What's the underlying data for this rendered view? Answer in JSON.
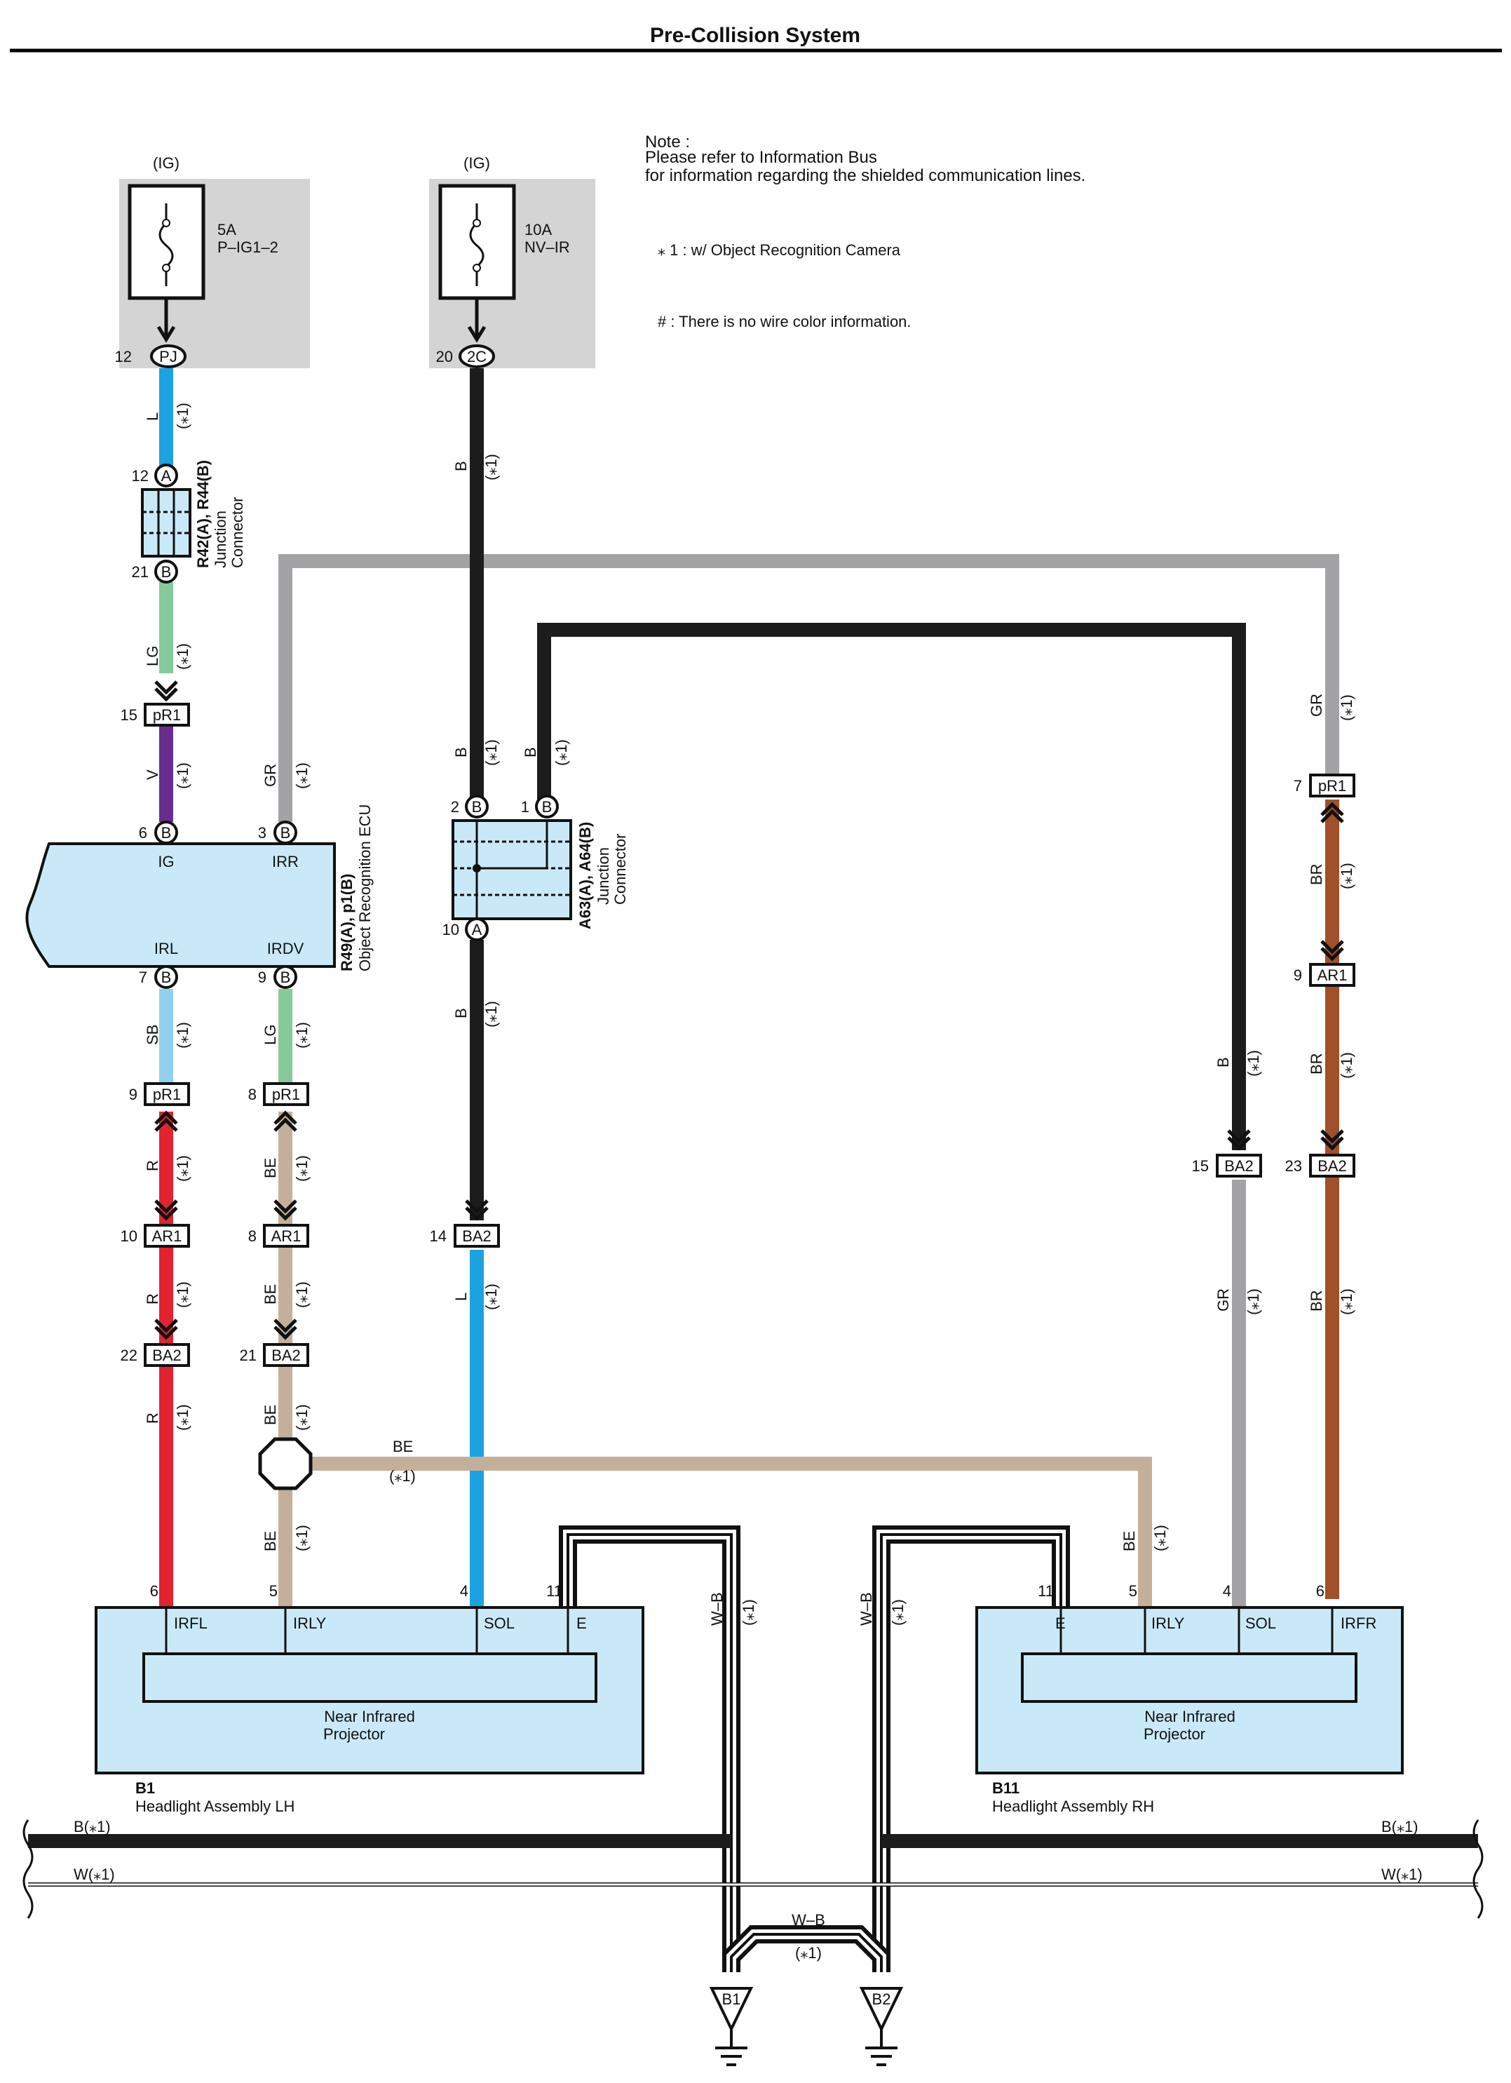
{
  "title": "Pre-Collision System",
  "notes": {
    "heading": "Note :",
    "line1": "Please refer to Information Bus",
    "line2": "for information regarding the shielded communication lines.",
    "footnote": "⁎ 1 : w/ Object Recognition Camera",
    "hash": "# : There is no wire color information."
  },
  "fuses": [
    {
      "supply": "(IG)",
      "rating": "5A",
      "name": "P–IG1–2",
      "pin": "12",
      "connector": "PJ"
    },
    {
      "supply": "(IG)",
      "rating": "10A",
      "name": "NV–IR",
      "pin": "20",
      "connector": "2C"
    }
  ],
  "junction1": {
    "name": "R42(A), R44(B)",
    "desc1": "Junction",
    "desc2": "Connector",
    "pin_top": "12",
    "conn_top": "A",
    "pin_bottom": "21",
    "conn_bottom": "B"
  },
  "junction2": {
    "name": "A63(A), A64(B)",
    "desc1": "Junction",
    "desc2": "Connector",
    "pin_l": "2",
    "conn_l": "B",
    "pin_r": "1",
    "conn_r": "B",
    "pin_bottom": "10",
    "conn_bottom": "A"
  },
  "ecu": {
    "name": "R49(A), p1(B)",
    "desc": "Object Recognition ECU",
    "terminals": {
      "ig": "IG",
      "irr": "IRR",
      "irl": "IRL",
      "irdv": "IRDV"
    },
    "pins": {
      "ig": "6",
      "irr": "3",
      "irl": "7",
      "irdv": "9"
    },
    "conn": "B"
  },
  "wire_colors": {
    "L": "L",
    "LG": "LG",
    "V": "V",
    "GR": "GR",
    "B": "B",
    "SB": "SB",
    "R": "R",
    "BE": "BE",
    "BR": "BR",
    "WB": "W–B"
  },
  "star1": "(⁎1)",
  "connectors": {
    "pR1_15": {
      "pin": "15",
      "name": "pR1"
    },
    "pR1_9": {
      "pin": "9",
      "name": "pR1"
    },
    "pR1_8": {
      "pin": "8",
      "name": "pR1"
    },
    "pR1_7": {
      "pin": "7",
      "name": "pR1"
    },
    "AR1_10": {
      "pin": "10",
      "name": "AR1"
    },
    "AR1_8": {
      "pin": "8",
      "name": "AR1"
    },
    "AR1_9": {
      "pin": "9",
      "name": "AR1"
    },
    "BA2_22": {
      "pin": "22",
      "name": "BA2"
    },
    "BA2_21": {
      "pin": "21",
      "name": "BA2"
    },
    "BA2_14": {
      "pin": "14",
      "name": "BA2"
    },
    "BA2_15": {
      "pin": "15",
      "name": "BA2"
    },
    "BA2_23": {
      "pin": "23",
      "name": "BA2"
    }
  },
  "headlight_lh": {
    "code": "B1",
    "name": "Headlight Assembly LH",
    "inner1": "Near Infrared",
    "inner2": "Projector",
    "terminals": [
      "IRFL",
      "IRLY",
      "SOL",
      "E"
    ],
    "pins": [
      "6",
      "5",
      "4",
      "11"
    ]
  },
  "headlight_rh": {
    "code": "B11",
    "name": "Headlight Assembly RH",
    "inner1": "Near Infrared",
    "inner2": "Projector",
    "terminals": [
      "E",
      "IRLY",
      "SOL",
      "IRFR"
    ],
    "pins": [
      "11",
      "5",
      "4",
      "6"
    ]
  },
  "bus": {
    "b_label": "B(⁎1)",
    "w_label": "W(⁎1)"
  },
  "grounds": {
    "g1": "B1",
    "g2": "B2",
    "wb": "W–B"
  },
  "colors": {
    "L": "#1aa3e0",
    "LG": "#86c99a",
    "V": "#6a2c91",
    "GR": "#a3a3a6",
    "B": "#1c1c1c",
    "SB": "#8fd0ef",
    "R": "#e32330",
    "BE": "#c4b09a",
    "BR": "#a0502a",
    "box": "#c9e9f8",
    "fuse_bg": "#d4d4d4"
  }
}
